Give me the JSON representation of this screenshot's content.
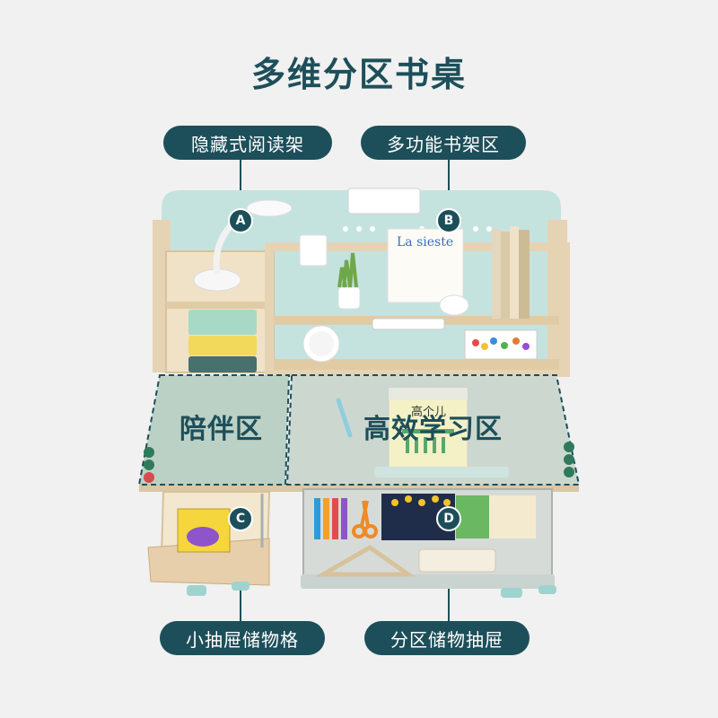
{
  "title": "多维分区书桌",
  "callouts": {
    "a": "隐藏式阅读架",
    "b": "多功能书架区",
    "c": "小抽屉储物格",
    "d": "分区储物抽屉"
  },
  "zones": {
    "left": "陪伴区",
    "right": "高效学习区"
  },
  "markers": {
    "a": "A",
    "b": "B",
    "c": "C",
    "d": "D"
  },
  "book_covers": {
    "shelf_book": "La sieste",
    "desk_book": "高个儿"
  },
  "colors": {
    "accent": "#1d4f5a",
    "panel": "#bfe0dc",
    "wood": "#e6d3b3"
  }
}
